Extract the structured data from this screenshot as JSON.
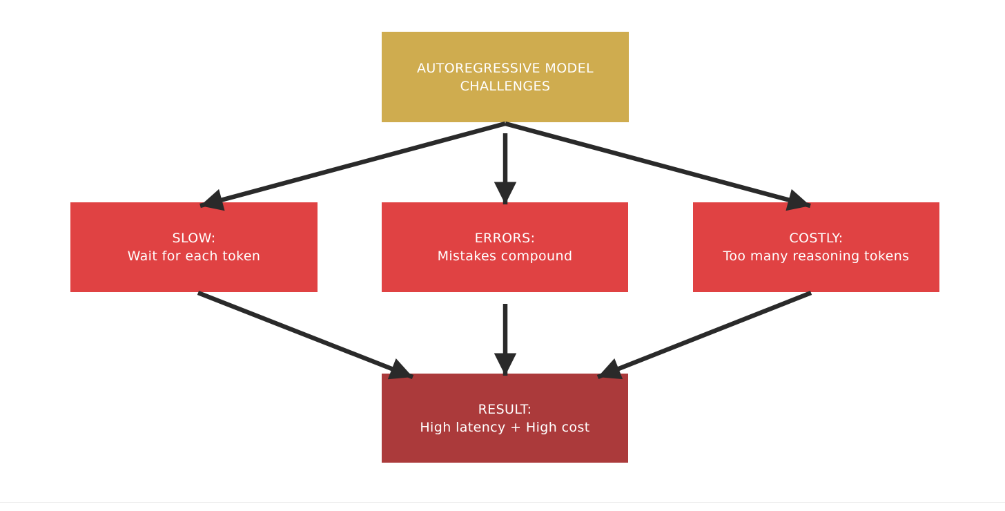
{
  "diagram": {
    "type": "flowchart",
    "background": "#ffffff",
    "colors": {
      "root_fill": "#cfac4f",
      "challenge_fill": "#e04243",
      "result_fill": "#ab3a3b",
      "arrow": "#2a2a2a",
      "text": "#ffffff",
      "bottom_rule": "#ececec"
    },
    "nodes": {
      "challenges": {
        "line1": "AUTOREGRESSIVE MODEL",
        "line2": "CHALLENGES"
      },
      "slow": {
        "line1": "SLOW:",
        "line2": "Wait for each token"
      },
      "errors": {
        "line1": "ERRORS:",
        "line2": "Mistakes compound"
      },
      "costly": {
        "line1": "COSTLY:",
        "line2": "Too many reasoning tokens"
      },
      "result": {
        "line1": "RESULT:",
        "line2": "High latency + High cost"
      }
    },
    "edges": [
      {
        "from": "challenges",
        "to": "slow"
      },
      {
        "from": "challenges",
        "to": "errors"
      },
      {
        "from": "challenges",
        "to": "costly"
      },
      {
        "from": "slow",
        "to": "result"
      },
      {
        "from": "errors",
        "to": "result"
      },
      {
        "from": "costly",
        "to": "result"
      }
    ]
  }
}
